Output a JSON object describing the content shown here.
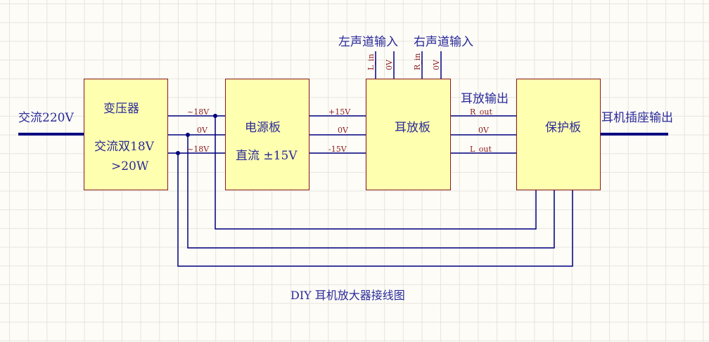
{
  "title": "DIY 耳机放大器接线图",
  "input": {
    "label": "交流220V"
  },
  "output": {
    "label": "耳机插座输出"
  },
  "blocks": {
    "transformer": {
      "name": "变压器",
      "spec1": "交流双18V",
      "spec2": ">20W"
    },
    "power": {
      "name": "电源板",
      "spec": "直流 ±15V"
    },
    "amp": {
      "name": "耳放板"
    },
    "protect": {
      "name": "保护板"
    }
  },
  "transformer_out": [
    "~18V",
    "0V",
    "~18V"
  ],
  "power_out": [
    "+15V",
    "0V",
    "-15V"
  ],
  "amp_out": {
    "heading": "耳放输出",
    "pins": [
      "R_out",
      "0V",
      "L_out"
    ]
  },
  "inputs": {
    "left": {
      "heading": "左声道输入",
      "pins": [
        "L_in",
        "0V"
      ]
    },
    "right": {
      "heading": "右声道输入",
      "pins": [
        "R_in",
        "0V"
      ]
    }
  },
  "colors": {
    "wire": "#000080",
    "block_fill": "#ffffb0",
    "block_border": "#8b1a1a",
    "label": "#2a2a9a",
    "pin_label": "#8b1a1a"
  }
}
